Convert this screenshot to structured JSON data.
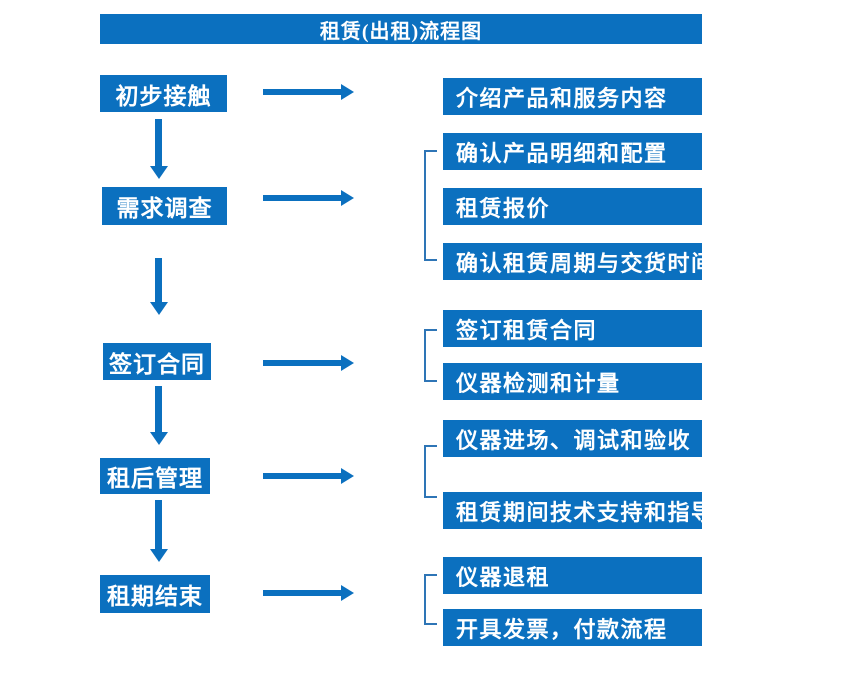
{
  "title": "租赁(出租)流程图",
  "colors": {
    "primary": "#0b70bf",
    "bracket": "#2e75b6",
    "text": "#ffffff",
    "background": "#ffffff"
  },
  "steps": [
    {
      "label": "初步接触",
      "outputs": [
        "介绍产品和服务内容"
      ]
    },
    {
      "label": "需求调查",
      "outputs": [
        "确认产品明细和配置",
        "租赁报价",
        "确认租赁周期与交货时间"
      ]
    },
    {
      "label": "签订合同",
      "outputs": [
        "签订租赁合同",
        "仪器检测和计量"
      ]
    },
    {
      "label": "租后管理",
      "outputs": [
        "仪器进场、调试和验收",
        "租赁期间技术支持和指导"
      ]
    },
    {
      "label": "租期结束",
      "outputs": [
        "仪器退租",
        "开具发票，付款流程"
      ]
    }
  ]
}
